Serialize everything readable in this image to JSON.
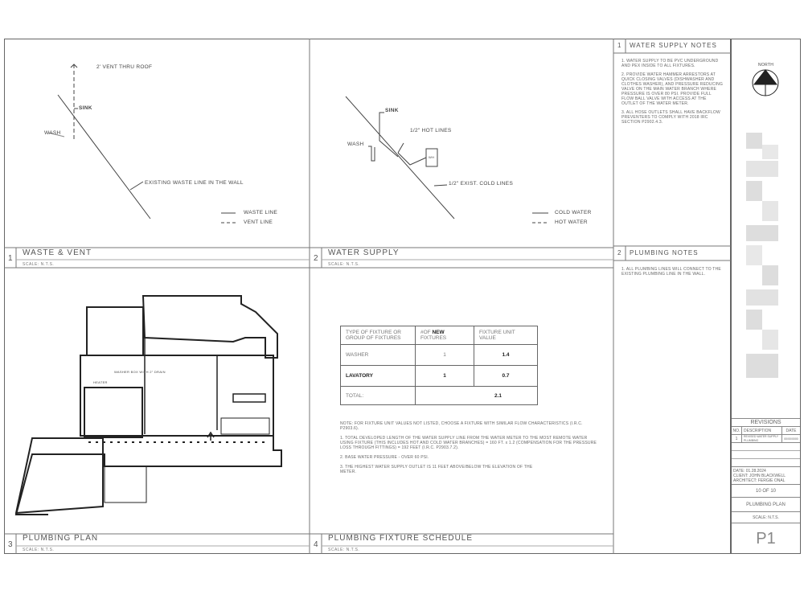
{
  "panels": {
    "waste_vent": {
      "number": "1",
      "title": "WASTE & VENT",
      "scale": "SCALE:  N.T.S.",
      "labels": {
        "vent": "2' VENT THRU ROOF",
        "sink": "SINK",
        "wash": "WASH",
        "existing": "EXISTING WASTE LINE IN THE WALL"
      },
      "legend": [
        "WASTE LINE",
        "VENT LINE"
      ]
    },
    "water_supply": {
      "number": "2",
      "title": "WATER SUPPLY",
      "scale": "SCALE:  N.T.S.",
      "labels": {
        "sink": "SINK",
        "wash": "WASH",
        "hot": "1/2\" HOT LINES",
        "cold": "1/2\" EXIST. COLD LINES",
        "wh": "WH"
      },
      "legend": [
        "COLD WATER",
        "HOT WATER"
      ]
    },
    "plumbing_plan": {
      "number": "3",
      "title": "PLUMBING PLAN",
      "scale": "SCALE:  N.T.S.",
      "labels": {
        "washer": "WASHER BOX WITH 2\" DRAIN",
        "heater": "HEATER"
      }
    },
    "fixture_schedule": {
      "number": "4",
      "title": "PLUMBING FIXTURE SCHEDULE",
      "scale": "SCALE:  N.T.S."
    }
  },
  "fixture_table": {
    "headers": [
      "TYPE OF FIXTURE OR GROUP OF FIXTURES",
      "#OF",
      "NEW",
      "FIXTURES",
      "FIXTURE UNIT VALUE"
    ],
    "rows": [
      {
        "type": "WASHER",
        "count": "1",
        "value": "1.4"
      },
      {
        "type": "LAVATORY",
        "count": "1",
        "value": "0.7"
      }
    ],
    "total_label": "TOTAL:",
    "total_value": "2.1"
  },
  "schedule_notes": [
    "NOTE: FOR FIXTURE UNIT VALUES NOT LISTED, CHOOSE A FIXTURE WITH SIMILAR FLOW CHARACTERISTICS (I.R.C. P2903.6).",
    "1. TOTAL DEVELOPED LENGTH OF THE WATER SUPPLY LINE FROM THE WATER METER TO THE MOST REMOTE WATER USING FIXTURE (THIS INCLUDES HOT AND COLD WATER BRANCHES) = 160 FT. x 1.2 (COMPENSATION FOR THE PRESSURE LOSS THROUGH FITTINGS) = 192 FEET (I.R.C. P2903.7.2).",
    "2. BASE WATER PRESSURE - OVER 60 PSI.",
    "3. THE HIGHEST WATER SUPPLY OUTLET IS 11 FEET ABOVE/BELOW THE ELEVATION OF THE METER."
  ],
  "water_supply_notes": {
    "number": "1",
    "title": "WATER SUPPLY NOTES",
    "items": [
      "1.  WATER SUPPLY TO BE PVC UNDERGROUND AND PEX INSIDE TO ALL FIXTURES.",
      "2.  PROVIDE WATER HAMMER ARRESTORS AT QUICK CLOSING VALVES (DISHWASHER AND CLOTHES WASHER), AND PRESSURE REDUCING VALVE ON THE MAIN WATER BRANCH WHERE PRESSURE IS OVER 80 PSI. PROVIDE FULL FLOW BALL VALVE WITH ACCESS AT THE OUTLET OF THE WATER METER.",
      "3.  ALL HOSE OUTLETS SHALL HAVE BACKFLOW PREVENTERS TO COMPLY WITH 2018 IRC SECTION P2902.4.3."
    ]
  },
  "plumbing_notes": {
    "number": "2",
    "title": "PLUMBING NOTES",
    "items": [
      "1.  ALL PLUMBING LINES WILL CONNECT TO THE EXISTING PLUMBING LINE IN THE WALL."
    ]
  },
  "title_block": {
    "north": "NORTH",
    "revisions_title": "REVISIONS",
    "rev_headers": [
      "NO.",
      "DESCRIPTION",
      "DATE"
    ],
    "rev_row": {
      "no": "1",
      "description": "REVISED WATER SUPPLY PLUMBING",
      "date": "00/00/0000"
    },
    "date": "DATE: 01.28.2024",
    "client": "CLIENT: JOHN BLACKWELL",
    "architect": "ARCHITECT: FERGIE ONAL",
    "sheet_count": "10 OF 10",
    "sheet_title": "PLUMBING PLAN",
    "scale": "SCALE:   N.T.S.",
    "sheet_number": "P1"
  }
}
